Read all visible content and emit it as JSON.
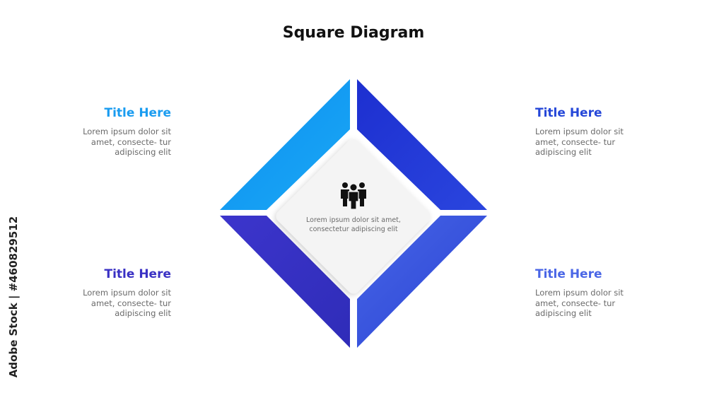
{
  "title": "Square Diagram",
  "blocks": [
    {
      "title": "Title Here",
      "text": "Lorem ipsum dolor sit amet, consecte- tur adipiscing elit",
      "color": "#1a9cf0"
    },
    {
      "title": "Title Here",
      "text": "Lorem ipsum dolor sit amet, consecte- tur adipiscing elit",
      "color": "#2547d8"
    },
    {
      "title": "Title Here",
      "text": "Lorem ipsum dolor sit amet, consecte- tur adipiscing elit",
      "color": "#3a31c4"
    },
    {
      "title": "Title Here",
      "text": "Lorem ipsum dolor sit amet, consecte- tur adipiscing elit",
      "color": "#4a66e6"
    }
  ],
  "center": {
    "icon": "people-group-icon",
    "text": "Lorem ipsum dolor sit amet, consectetur adipiscing elit"
  },
  "watermark": "Adobe Stock | #460829512",
  "colors": {
    "top_left": "#139ff2",
    "top_right": "#2336d6",
    "bottom_left": "#3432c4",
    "bottom_right": "#3a55e0",
    "center": "#f4f4f4"
  }
}
